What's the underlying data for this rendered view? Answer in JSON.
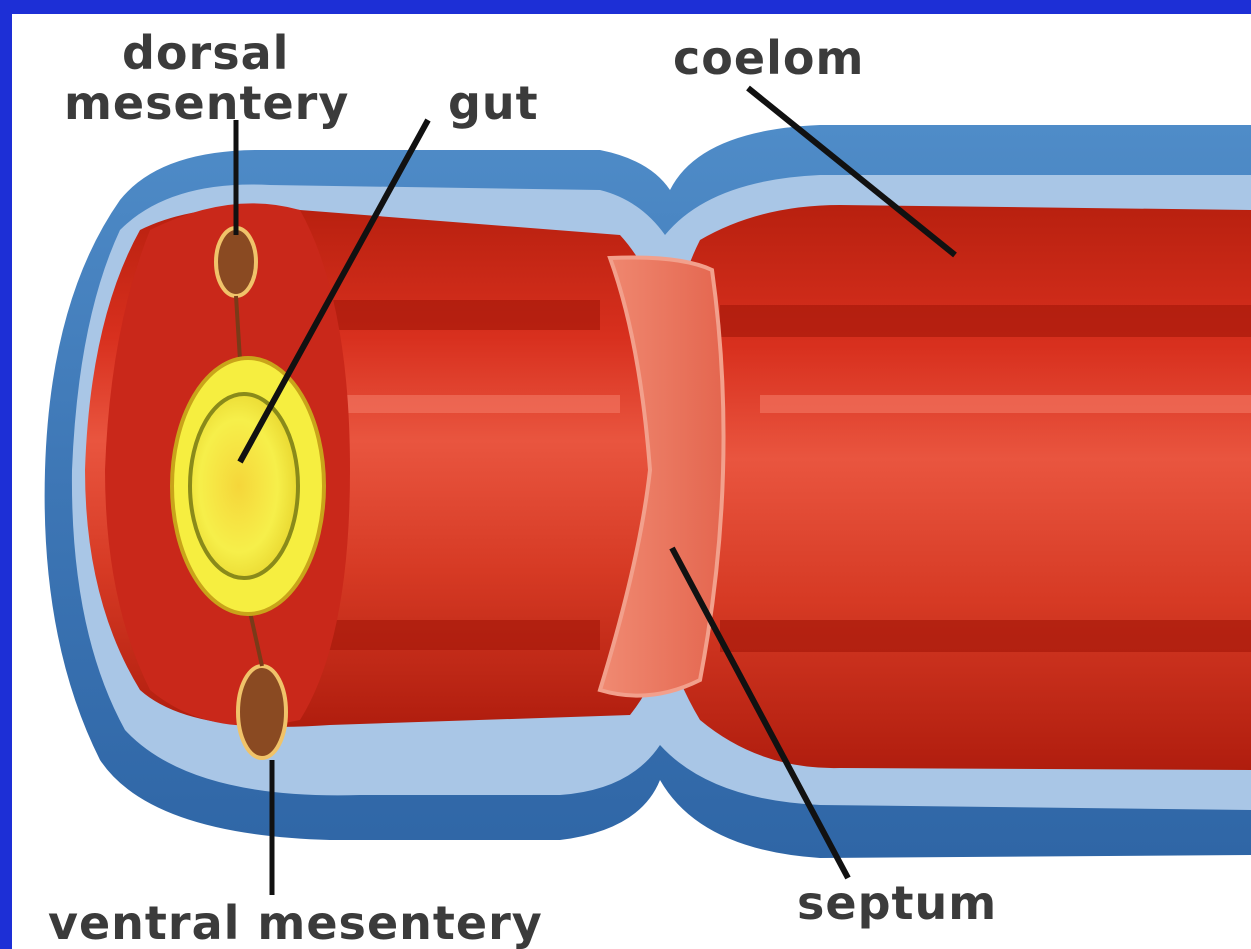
{
  "labels": {
    "dorsal_mesentery_line1": "dorsal",
    "dorsal_mesentery_line2": "mesentery",
    "gut": "gut",
    "coelom": "coelom",
    "septum": "septum",
    "ventral_mesentery": "ventral mesentery"
  },
  "colors": {
    "border": "#1d2fd6",
    "background": "#ffffff",
    "outer_wall": "#4a86c4",
    "inner_lining": "#a9c6e6",
    "muscle": "#d8301e",
    "septum": "#ee7a66",
    "gut": "#f4ea3a",
    "label_text": "#3b3b3b",
    "pointer_line": "#111111"
  }
}
